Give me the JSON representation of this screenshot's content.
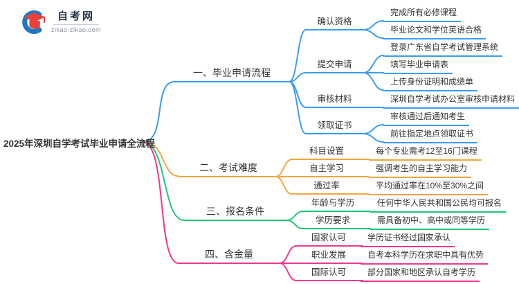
{
  "logo": {
    "site_name": "自考网",
    "site_url": "zikao-zikao.com",
    "icon_colors": {
      "swoosh_blue": "#1E79C0",
      "cap_red": "#E8413C"
    }
  },
  "central_topic": "2025年深圳自学考试毕业申请全流程",
  "mindmap": {
    "branches": [
      {
        "label": "一、毕业申请流程",
        "color": "#3B9CEF",
        "subs": [
          {
            "label": "确认资格",
            "leaves": [
              "完成所有必修课程",
              "毕业论文和学位英语合格"
            ]
          },
          {
            "label": "提交申请",
            "leaves": [
              "登录广东省自学考试管理系统",
              "填写毕业申请表",
              "上传身份证明和成绩单"
            ]
          },
          {
            "label": "审核材料",
            "leaves": [
              "深圳自学考试办公室审核申请材料"
            ]
          },
          {
            "label": "领取证书",
            "leaves": [
              "审核通过后通知考生",
              "前往指定地点领取证书"
            ]
          }
        ]
      },
      {
        "label": "二、考试难度",
        "color": "#F2A63C",
        "subs": [
          {
            "label": "科目设置",
            "leaves": [
              "每个专业需考12至16门课程"
            ]
          },
          {
            "label": "自主学习",
            "leaves": [
              "强调考生的自主学习能力"
            ]
          },
          {
            "label": "通过率",
            "leaves": [
              "平均通过率在10%至30%之间"
            ]
          }
        ]
      },
      {
        "label": "三、报名条件",
        "color": "#1BC978",
        "subs": [
          {
            "label": "年龄与学历",
            "leaves": [
              "任何中华人民共和国公民均可报名"
            ]
          },
          {
            "label": "学历要求",
            "leaves": [
              "需具备初中、高中或同等学历"
            ]
          }
        ]
      },
      {
        "label": "四、含金量",
        "color": "#F0388C",
        "subs": [
          {
            "label": "国家认可",
            "leaves": [
              "学历证书经过国家承认"
            ]
          },
          {
            "label": "职业发展",
            "leaves": [
              "自考本科学历在求职中具有优势"
            ]
          },
          {
            "label": "国际认可",
            "leaves": [
              "部分国家和地区承认自考学历"
            ]
          }
        ]
      }
    ]
  }
}
